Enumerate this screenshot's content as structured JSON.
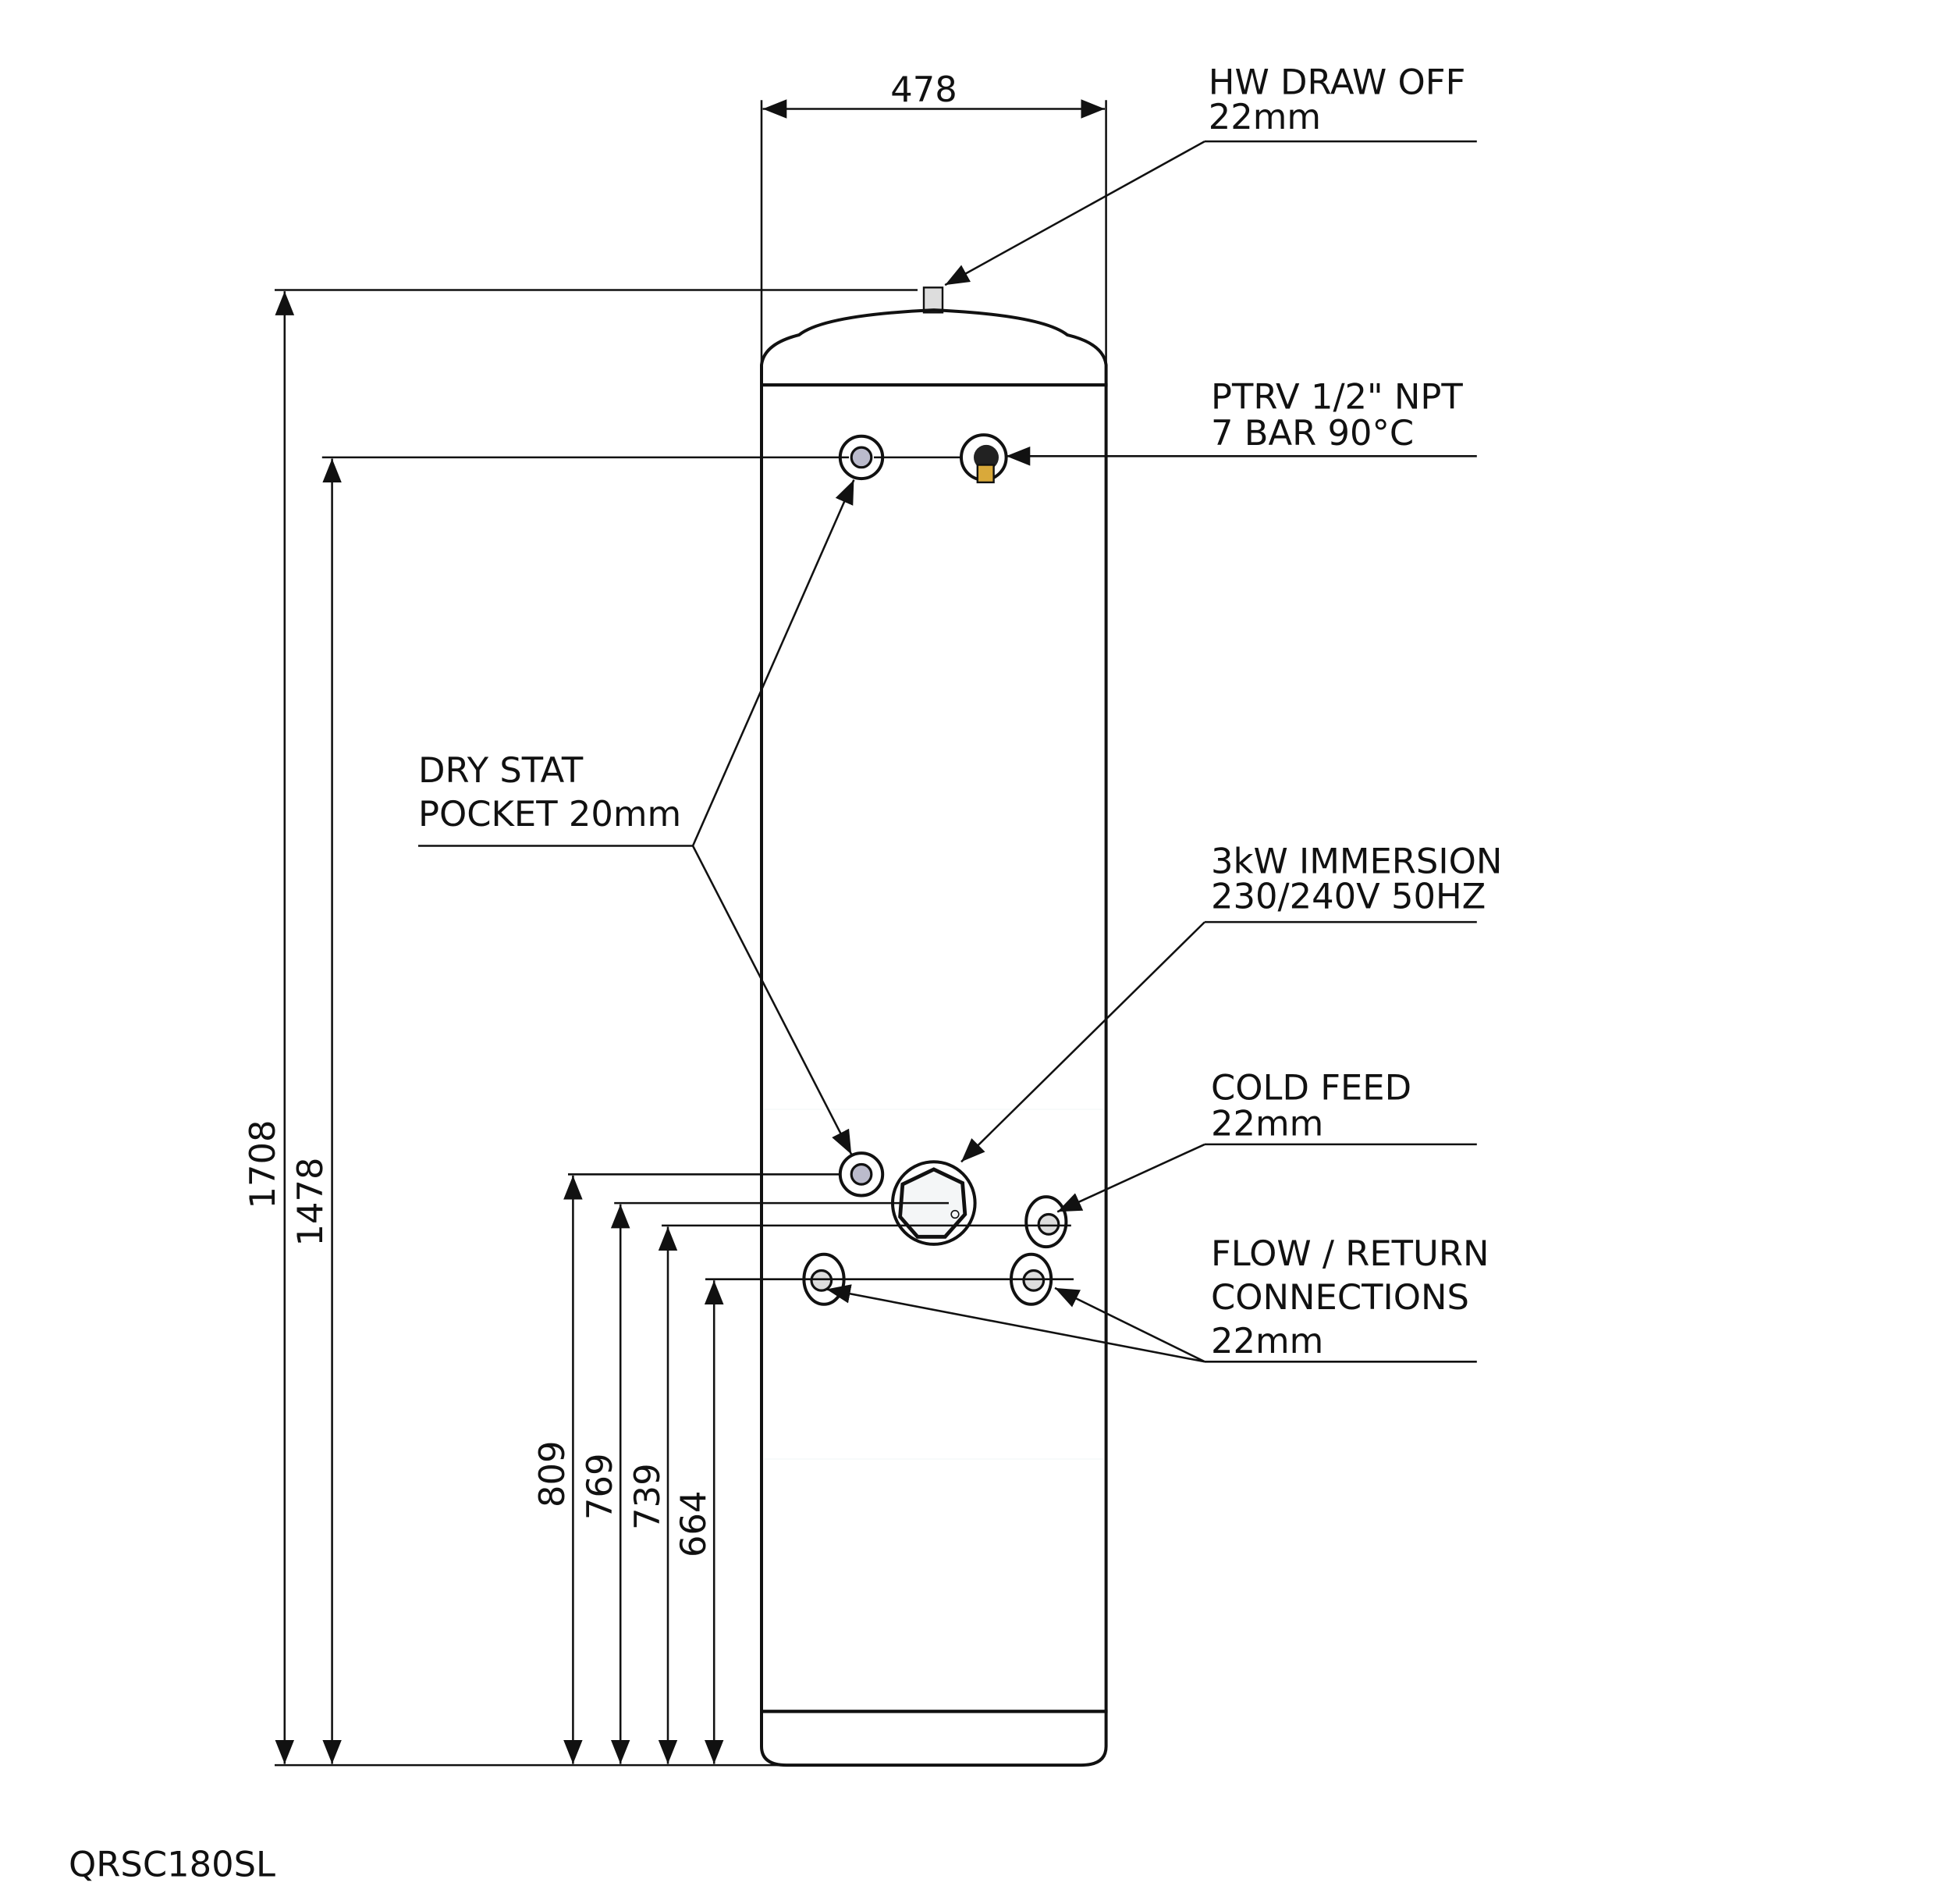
{
  "model": "QRSC180SL",
  "dimensions": {
    "width": "478",
    "overall_height": "1708",
    "ptrv_height": "1478",
    "stat_height": "809",
    "immersion_height": "769",
    "cold_feed_height": "739",
    "flow_return_height": "664"
  },
  "labels": {
    "hw_draw_off": [
      "HW DRAW OFF",
      "22mm"
    ],
    "ptrv": [
      "PTRV 1/2\" NPT",
      "7 BAR 90°C"
    ],
    "dry_stat": [
      "DRY STAT",
      "POCKET 20mm"
    ],
    "immersion": [
      "3kW IMMERSION",
      "230/240V 50HZ"
    ],
    "cold_feed": [
      "COLD FEED",
      "22mm"
    ],
    "flow_return": [
      "FLOW / RETURN",
      "CONNECTIONS",
      "22mm"
    ]
  },
  "colors": {
    "cap": "#7b8f93",
    "body": "#e4ebef",
    "brass": "#d9a93a"
  }
}
